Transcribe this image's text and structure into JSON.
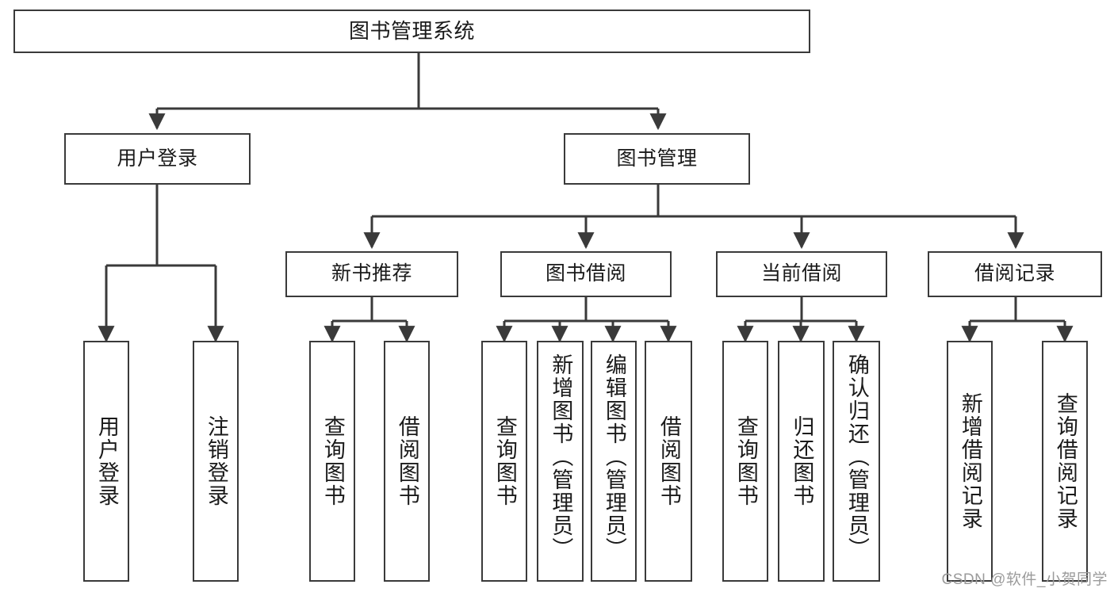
{
  "diagram": {
    "type": "tree",
    "title": "图书管理系统",
    "watermark": "CSDN @软件_小贺同学",
    "colors": {
      "background": "#ffffff",
      "stroke": "#3a3a3a",
      "text": "#1a1a1a",
      "watermark": "#9b9b9b"
    },
    "levels": {
      "root": {
        "label": "图书管理系统"
      },
      "level2": [
        {
          "id": "user-login",
          "label": "用户登录"
        },
        {
          "id": "book-manage",
          "label": "图书管理"
        }
      ],
      "level3": [
        {
          "id": "new-book-recommend",
          "label": "新书推荐"
        },
        {
          "id": "book-borrow",
          "label": "图书借阅"
        },
        {
          "id": "current-borrow",
          "label": "当前借阅"
        },
        {
          "id": "borrow-record",
          "label": "借阅记录"
        }
      ],
      "leaves": [
        {
          "id": "leaf-user-login",
          "label": "用户登录",
          "parent": "user-login"
        },
        {
          "id": "leaf-logout-login",
          "label": "注销登录",
          "parent": "user-login"
        },
        {
          "id": "leaf-query-book-1",
          "label": "查询图书",
          "parent": "new-book-recommend"
        },
        {
          "id": "leaf-borrow-book-1",
          "label": "借阅图书",
          "parent": "new-book-recommend"
        },
        {
          "id": "leaf-query-book-2",
          "label": "查询图书",
          "parent": "book-borrow"
        },
        {
          "id": "leaf-add-book",
          "label": "新增图书（管理员）",
          "parent": "book-borrow"
        },
        {
          "id": "leaf-edit-book",
          "label": "编辑图书（管理员）",
          "parent": "book-borrow"
        },
        {
          "id": "leaf-borrow-book-2",
          "label": "借阅图书",
          "parent": "book-borrow"
        },
        {
          "id": "leaf-query-book-3",
          "label": "查询图书",
          "parent": "current-borrow"
        },
        {
          "id": "leaf-return-book",
          "label": "归还图书",
          "parent": "current-borrow"
        },
        {
          "id": "leaf-confirm-return",
          "label": "确认归还（管理员）",
          "parent": "current-borrow"
        },
        {
          "id": "leaf-add-record",
          "label": "新增借阅记录",
          "parent": "borrow-record"
        },
        {
          "id": "leaf-query-record",
          "label": "查询借阅记录",
          "parent": "borrow-record"
        }
      ]
    }
  }
}
